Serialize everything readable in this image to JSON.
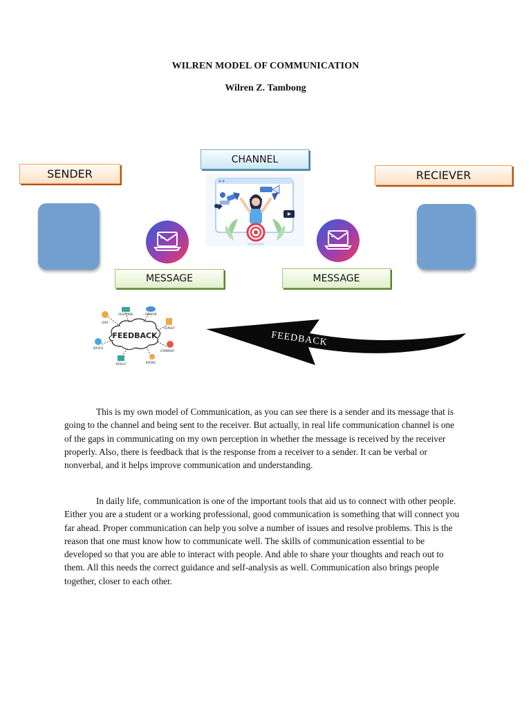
{
  "document": {
    "title": "WILREN MODEL OF COMMUNICATION",
    "author": "Wilren Z. Tambong"
  },
  "diagram": {
    "sender_label": "SENDER",
    "channel_label": "CHANNEL",
    "receiver_label": "RECIEVER",
    "message_left_label": "MESSAGE",
    "message_right_label": "MESSAGE",
    "feedback_arrow_label": "FEEDBACK",
    "feedback_cloud": {
      "center": "FEEDBACK",
      "words": [
        "IDEA",
        "RESPONSE",
        "OPINION",
        "SURVEY",
        "COMMENT",
        "RATING",
        "RESULT",
        "ADVICE"
      ]
    },
    "colors": {
      "person_box": "#729fcf",
      "orange_border": "#f4a25a",
      "blue_border": "#6fb0cf",
      "green_border": "#9fc27a"
    }
  },
  "body": {
    "paragraph_1": "This is my own model of Communication, as you can see there is a sender and its message that is going to the channel and being sent to the receiver. But actually, in real life communication channel is one of the gaps in communicating on my own perception in whether the message is received by the receiver properly. Also, there is feedback that is the response from a receiver to a sender. It can be verbal or nonverbal, and it helps improve communication and understanding.",
    "paragraph_2": "In daily life, communication is one of the important tools that aid us to connect with other people. Either you are a student or a working professional, good communication is something that will connect you far ahead. Proper communication can help you solve a number of issues and resolve problems. This is the reason that one must know how to communicate well. The skills of communication essential to be developed so that you are able to interact with people. And able to share your thoughts and reach out to them. All this needs the correct guidance and self-analysis as well. Communication also brings people together, closer to each other."
  }
}
